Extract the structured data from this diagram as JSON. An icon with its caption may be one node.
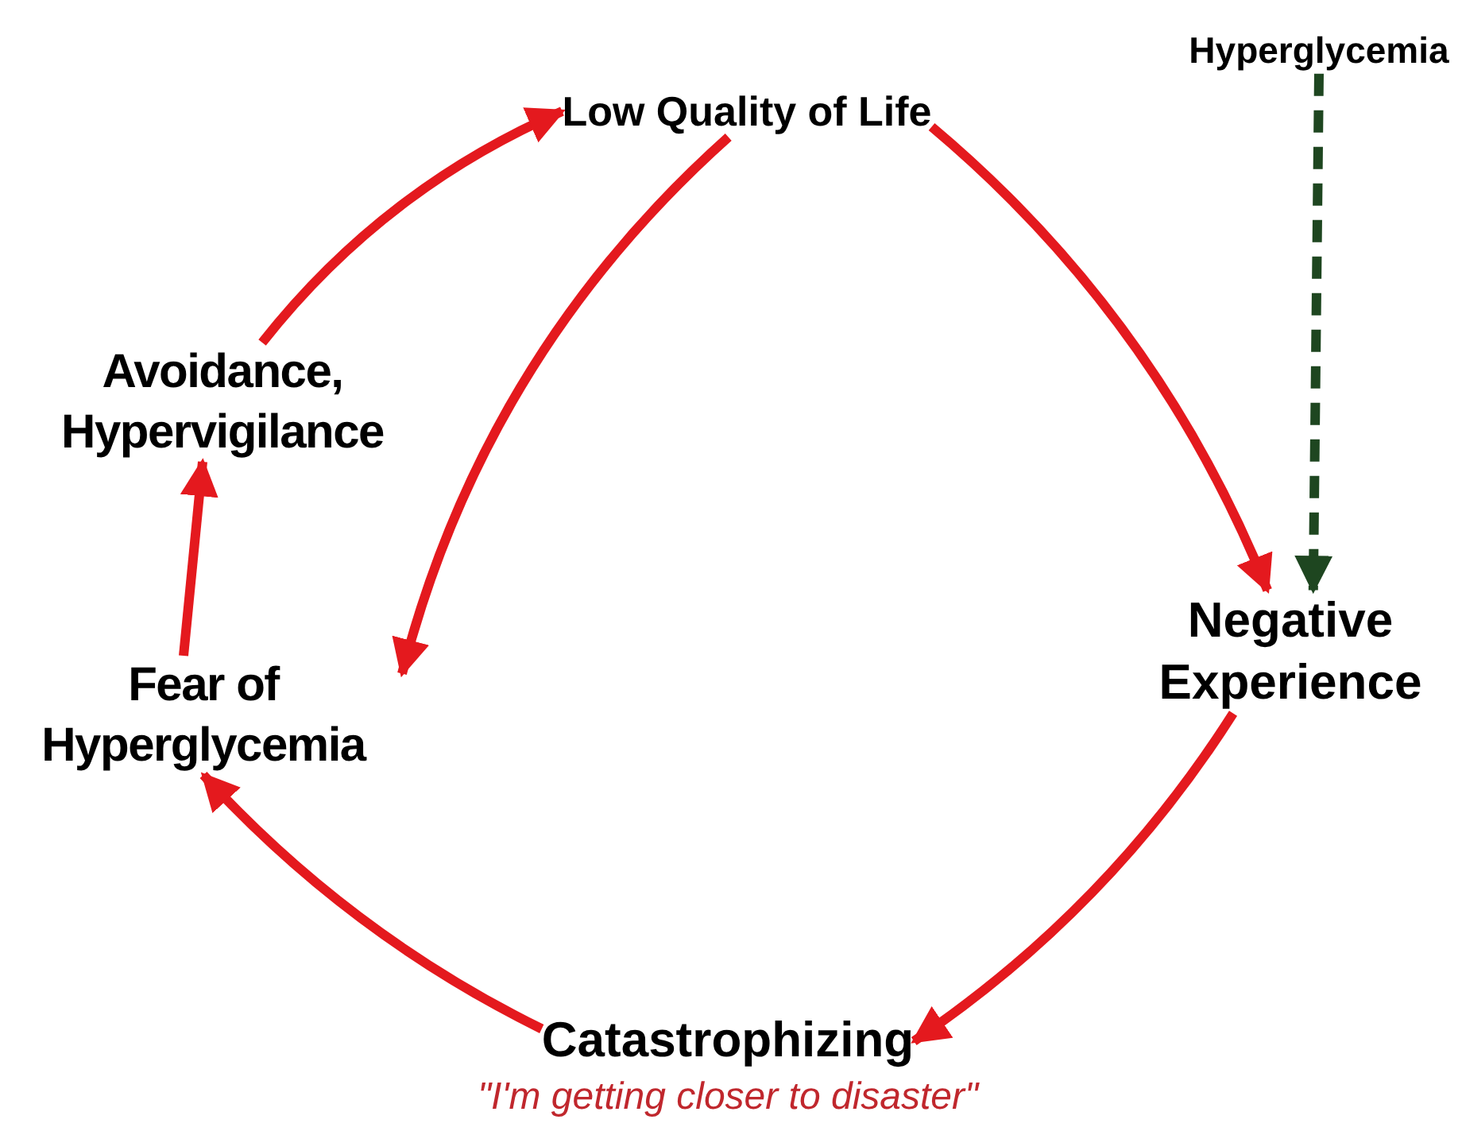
{
  "diagram": {
    "nodes": [
      {
        "text": [
          "Low Quality of Life"
        ]
      },
      {
        "text": [
          "Hyperglycemia"
        ]
      },
      {
        "text": [
          "Negative Experience"
        ]
      },
      {
        "text": [
          "Catastrophizing"
        ],
        "beside": [
          "\"I'm getting closer to disaster\""
        ]
      },
      {
        "text": [
          "Fear of Hyperglycemia"
        ]
      },
      {
        "text": [
          "Avoidance, Hypervigilance"
        ]
      }
    ],
    "edges": [
      {
        "from": 0,
        "to": 2,
        "arrow": "to"
      },
      {
        "from": 1,
        "to": 2,
        "arrow": "to",
        "style": "dashed",
        "color": "#1e4620"
      },
      {
        "from": 2,
        "to": 3,
        "arrow": "to"
      },
      {
        "from": 3,
        "to": 4,
        "arrow": "to"
      },
      {
        "from": 4,
        "to": 5,
        "arrow": "to"
      },
      {
        "from": 5,
        "to": 0,
        "arrow": "to"
      },
      {
        "from": 0,
        "to": 4,
        "arrow": "to"
      }
    ]
  }
}
